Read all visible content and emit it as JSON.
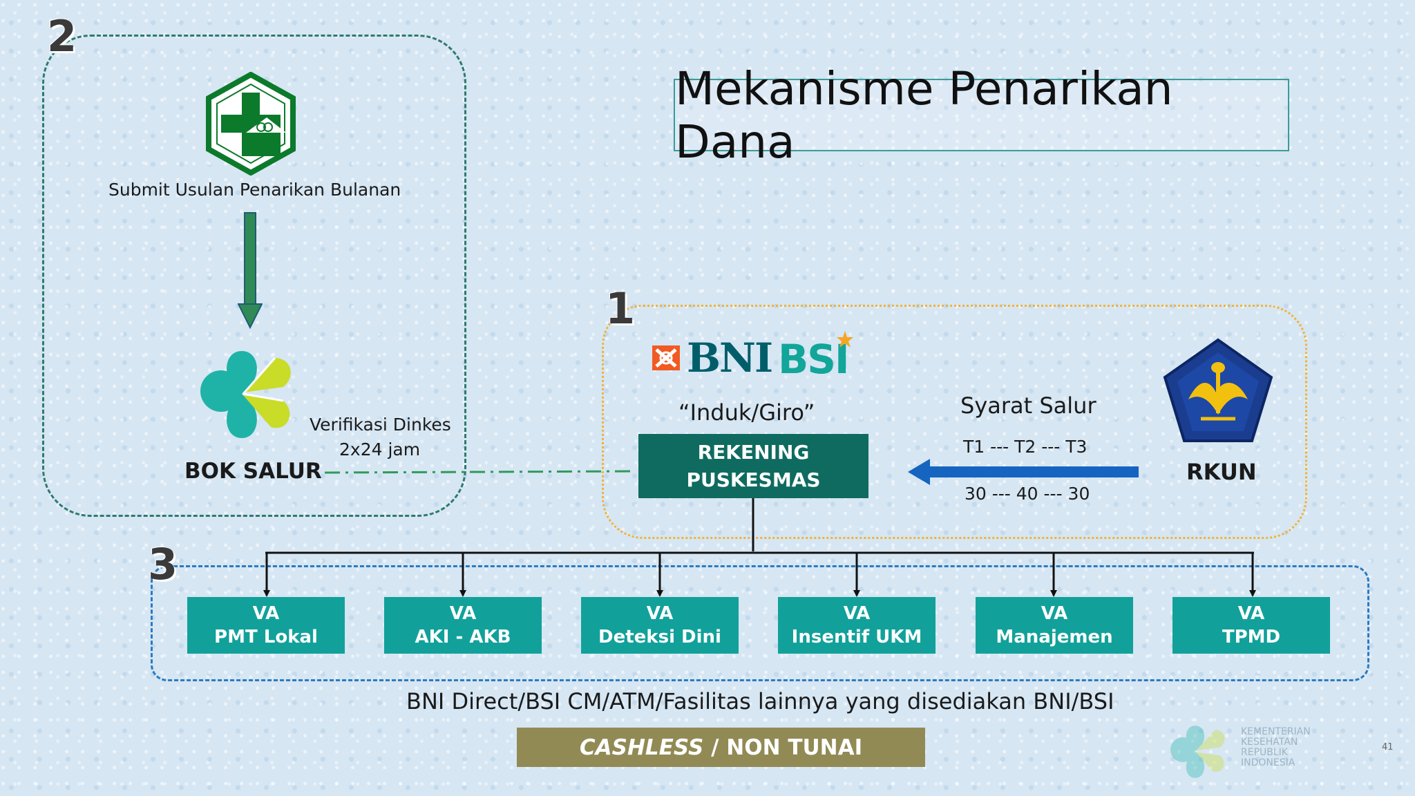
{
  "title": "Mekanisme Penarikan Dana",
  "sections": {
    "two": {
      "number": "2",
      "submit_text": "Submit Usulan Penarikan Bulanan",
      "verify_line1": "Verifikasi Dinkes",
      "verify_line2": "2x24 jam",
      "bok_label": "BOK SALUR"
    },
    "one": {
      "number": "1",
      "bank1": "BNI",
      "bank2": "BSI",
      "induk_text": "“Induk/Giro”",
      "rekening_line1": "REKENING",
      "rekening_line2": "PUSKESMAS",
      "syarat_title": "Syarat Salur",
      "syarat_terms": "T1 --- T2 --- T3",
      "syarat_pct": "30 --- 40 --- 30",
      "rkun_label": "RKUN"
    },
    "three": {
      "number": "3",
      "va_items": [
        {
          "line1": "VA",
          "line2": "PMT Lokal"
        },
        {
          "line1": "VA",
          "line2": "AKI - AKB"
        },
        {
          "line1": "VA",
          "line2": "Deteksi Dini"
        },
        {
          "line1": "VA",
          "line2": "Insentif UKM"
        },
        {
          "line1": "VA",
          "line2": "Manajemen"
        },
        {
          "line1": "VA",
          "line2": "TPMD"
        }
      ]
    }
  },
  "footer": {
    "channels": "BNI Direct/BSI CM/ATM/Fasilitas lainnya yang disediakan BNI/BSI",
    "cashless": "CASHLESS",
    "separator": " / ",
    "non_tunai": "NON TUNAI",
    "kemenkes_lines": [
      "KEMENTERIAN",
      "KESEHATAN",
      "REPUBLIK",
      "INDONESIA"
    ],
    "page_number": "41"
  },
  "colors": {
    "teal_dark": "#0f6b5f",
    "teal_va": "#11a19a",
    "dashed_green": "#2e7a6d",
    "dotted_orange": "#f2b232",
    "blue_dashdot": "#2a7bc0",
    "arrow_blue": "#1565c0",
    "cashless_bg": "#928a55",
    "bni_orange": "#f15a22",
    "bni_navy": "#005e6a"
  }
}
